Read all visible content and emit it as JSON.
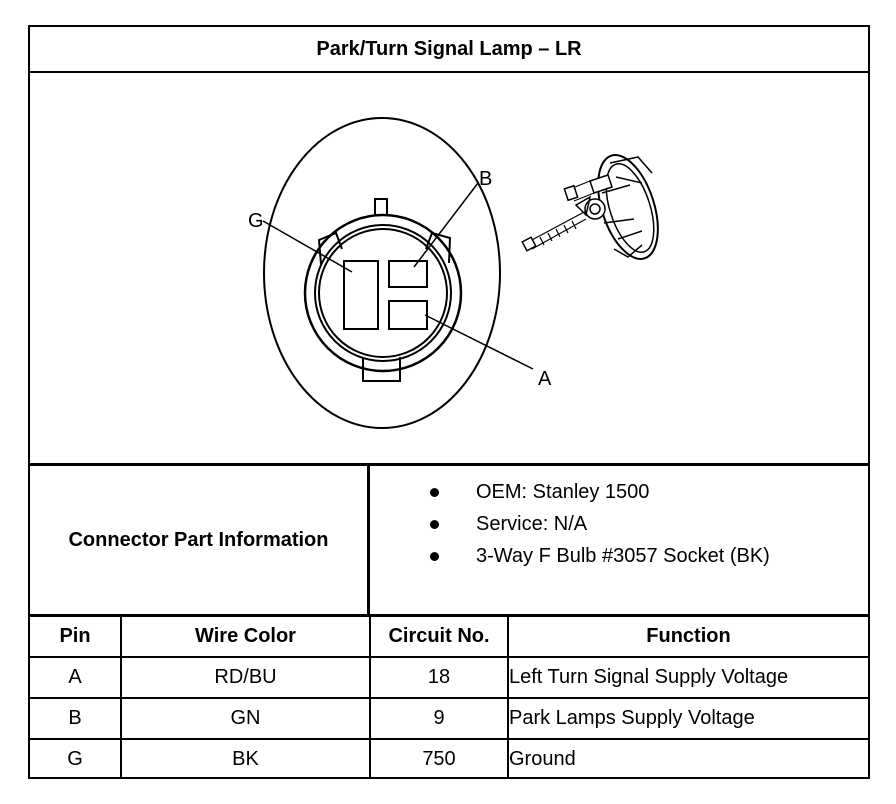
{
  "title": "Park/Turn Signal Lamp – LR",
  "diagram": {
    "pin_labels": [
      "G",
      "B",
      "A"
    ]
  },
  "connector_info": {
    "label": "Connector Part Information",
    "items": [
      "OEM: Stanley 1500",
      "Service: N/A",
      "3-Way F Bulb #3057 Socket (BK)"
    ]
  },
  "pin_table": {
    "headers": [
      "Pin",
      "Wire Color",
      "Circuit No.",
      "Function"
    ],
    "rows": [
      [
        "A",
        "RD/BU",
        "18",
        "Left Turn Signal Supply Voltage"
      ],
      [
        "B",
        "GN",
        "9",
        "Park Lamps Supply Voltage"
      ],
      [
        "G",
        "BK",
        "750",
        "Ground"
      ]
    ]
  }
}
